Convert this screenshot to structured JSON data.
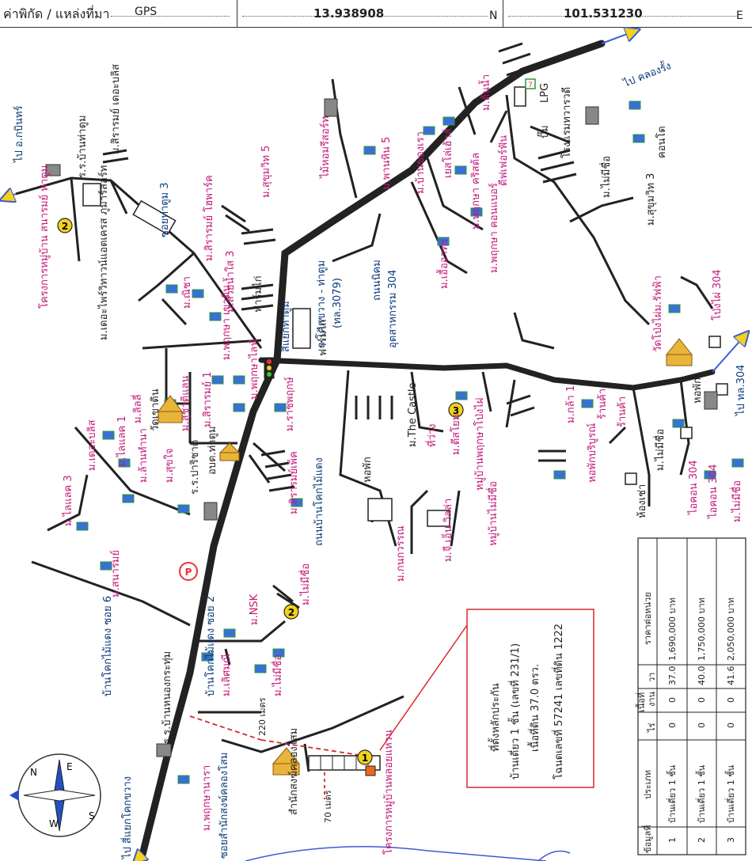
{
  "header": {
    "coord_label": "ค่าพิกัด / แหล่งที่มา",
    "source": "GPS",
    "lat": "13.938908",
    "lat_suffix": "N",
    "lon": "101.531230",
    "lon_suffix": "E"
  },
  "labels": {
    "to_khlong_rang": "ไป คลองรั้ง",
    "to_ko_kinbut": "ไป อ.กบินทร์",
    "rs_ban_tha_tum": "ร.ร.บ้านท่าตูม",
    "m_sirarom_de_elite": "ม.สิรารมย์ เดอะบลิส",
    "proj_sanarom": "โครงการหมู่บ้าน สนารมย์ ท่าตูม",
    "m_de_ivory": "ม.เดอะไพร์วิทาวน์แอตเครส ภูมาร์สอร์ท",
    "soi_tayang": "ซอยท่าตูม 3",
    "m_sirarom_hotel": "ม.สิรารมย์ โฮพาร์ค",
    "m_suwan_3": "ม.สวยน้ำใส 3",
    "m_sukhumvit5": "ม.สุขุมวิท 5",
    "farm_kai_1": "ฟาร์มไก่",
    "m_mae_chan": "ม.ณิชา",
    "ban_hom_resort": "ไม้หอมรีสอร์ท",
    "m_panhin5": "ม.พานหิน 5",
    "m_ban_khong_rao": "ม.บ้านของเรา",
    "m_ton_nam": "ม.ต้นน้ำ",
    "yet_lo": "เยสโล่เฮ้าส์",
    "dif_fif": "ดีฟเฟอร์ฟัน",
    "lpg": "LPG",
    "pump": "ปั๊ม",
    "rong_raem": "โรงแรมทวารวดี",
    "condo": "คอนโด",
    "m_pruksa_chr": "ม.พฤกษา คริสต้ล",
    "m_pruksa_cond": "ม.พฤกษา คอนแบอร์",
    "m_mai_mee": "ม.ไม่มีชื่อ",
    "m_sukhumvit3": "ม.สุขุมวิท 3",
    "m_pruksa_1": "ม.เอื้ออาทร",
    "rd_3079_a": "ถ.โคกขวาง - ท่าตูม",
    "rd_3079_b": "(ทล.3079)",
    "rd_304_a": "ถนนนิคม",
    "rd_304_b": "อุตสาหกรรม 304",
    "junction_tatum": "สี่แยกท่าตูม",
    "farm_kai_2": "ฟาร์มไก่",
    "m_sirarom1": "ม.สิรารมย์ 1",
    "m_pruksa_3": "ม.พฤกษา เขาดิน",
    "m_suchitlan": "ม.สุชาติแลน",
    "m_pruksa_life": "ม.พฤกษาไลฟ์",
    "m_ratchapruksa": "ม.ราชพฤกษ์",
    "m_lily": "ม.ลิลลี่",
    "m_thaisalad1": "ม.ไลแลค 1",
    "m_de_bliss": "ม.เดอะบลิส",
    "wat_khao_din": "วัดเขาดิน",
    "m_lanthanam": "ม.ล้านทำนา",
    "m_suchai": "ม.สุขใจ",
    "obt_tatum": "อบต.ท่าตูม",
    "rs_parichat": "ร.ร.ปาริชาติ",
    "m_sirarom_phet": "ม.สิรารมย์เพ็ค",
    "ban_khok_mai_daeng": "ถนนบ้านโคกไม้แดง",
    "m_lilac3": "ม.ไลแลค 3",
    "m_sanarom": "ม.สนารมย์",
    "the_castle": "ม.The Castle",
    "thi_wang": "ที่ว่าง",
    "m_tistoyom": "ม.ตีสโยม",
    "hor_phak": "หอพัก",
    "m_kanok": "ม.กนกวรรณ",
    "m_ge_villa": "ม.จี เอ็น วิลล่า",
    "muban_pruksa_rong": "หมู่บ้านพฤกษาโป่งไผ่",
    "muban_mai_mee": "หมู่บ้านไม่มีชื่อ",
    "m_kalaya1": "ม.กล้า 1",
    "hor_phak_2": "หอพักบริบูรณ์",
    "ran_ka_1": "ร้านค้า",
    "ran_ka_2": "ร้านค้า",
    "wat_pong_phai": "วัดโป่งไผ่ม.รัฟฟ้า",
    "pong_phai_304": "โป่งไผ่ 304",
    "to_304": "ไป ทล.304",
    "hor_phak_3": "หอพัก",
    "m_mai_mee_2": "ม.ไม่มีชื่อ",
    "iconic_304": "ไอคอน 304",
    "iconic_304_b": "ไอคอน 304",
    "m_mai_mee_3": "ม.ไม่มีชื่อ",
    "hong_chao": "ห้องเช่า",
    "soi_ban_khok_2": "บ้านโคกไม้แดง ซอย 2",
    "soi_ban_khok_6": "บ้านโคกไม้แดง ซอย 6",
    "m_nsk": "ม.NSK",
    "m_mai_mee_4": "ม.ไม่มีชื่อ",
    "m_loetmani": "ม.เลิศมณี",
    "m_mai_mee_5": "ม.ไม่มีชื่อ",
    "rs_ban_nong_pho": "ร.ร.บ้านหนองกระทุ่ม",
    "m_pruksa_nara": "ม.พฤกษานารา",
    "sam_nak_song": "สำนักสงฆ์คลองโสม",
    "to_junction_khok": "ไป สี่แยกโคกขวาง",
    "soi_sam_nak": "ซอยสำนักสงฆ์คลองโสม",
    "proj_pho_thaen": "โครงการหมู่บ้านพลอยแหวน",
    "dist_220": "220 เมตร",
    "dist_70": "70 เมตร"
  },
  "infobox": {
    "l1": "ที่ตั้งหลักประกัน",
    "l2": "บ้านเดี่ยว 1 ชั้น (เลขที่ 231/1)",
    "l3": "เนื้อที่ดิน 37.0 ตรว.",
    "l4": "โฉนดเลขที่ 57241 เลขที่ดิน 1222"
  },
  "table": {
    "headers": [
      "ข้อมูลที่",
      "ประเภท",
      "เนื้อที่",
      "ไร่",
      "งาน",
      "วา",
      "ราคาต่อหน่วย"
    ],
    "rows": [
      {
        "no": "1",
        "type": "บ้านเดี่ยว 1 ชั้น",
        "rai": "0",
        "ngan": "0",
        "wa": "37.0",
        "price": "1,690,000 บาท"
      },
      {
        "no": "2",
        "type": "บ้านเดี่ยว 1 ชั้น",
        "rai": "0",
        "ngan": "0",
        "wa": "40.0",
        "price": "1,750,000 บาท"
      },
      {
        "no": "3",
        "type": "บ้านเดี่ยว 1 ชั้น",
        "rai": "0",
        "ngan": "0",
        "wa": "41.6",
        "price": "2,050,000 บาท"
      }
    ]
  },
  "markers": {
    "m1": "1",
    "m2": "2",
    "m3": "3"
  },
  "compass": {
    "n": "N",
    "e": "E",
    "s": "S",
    "w": "W"
  },
  "colors": {
    "road": "#222222",
    "label": "#c2187a",
    "road_label": "#0b3a7a",
    "water": "#3b5bd6",
    "marker": "#f2d21a",
    "red_line": "#d62a2a"
  }
}
